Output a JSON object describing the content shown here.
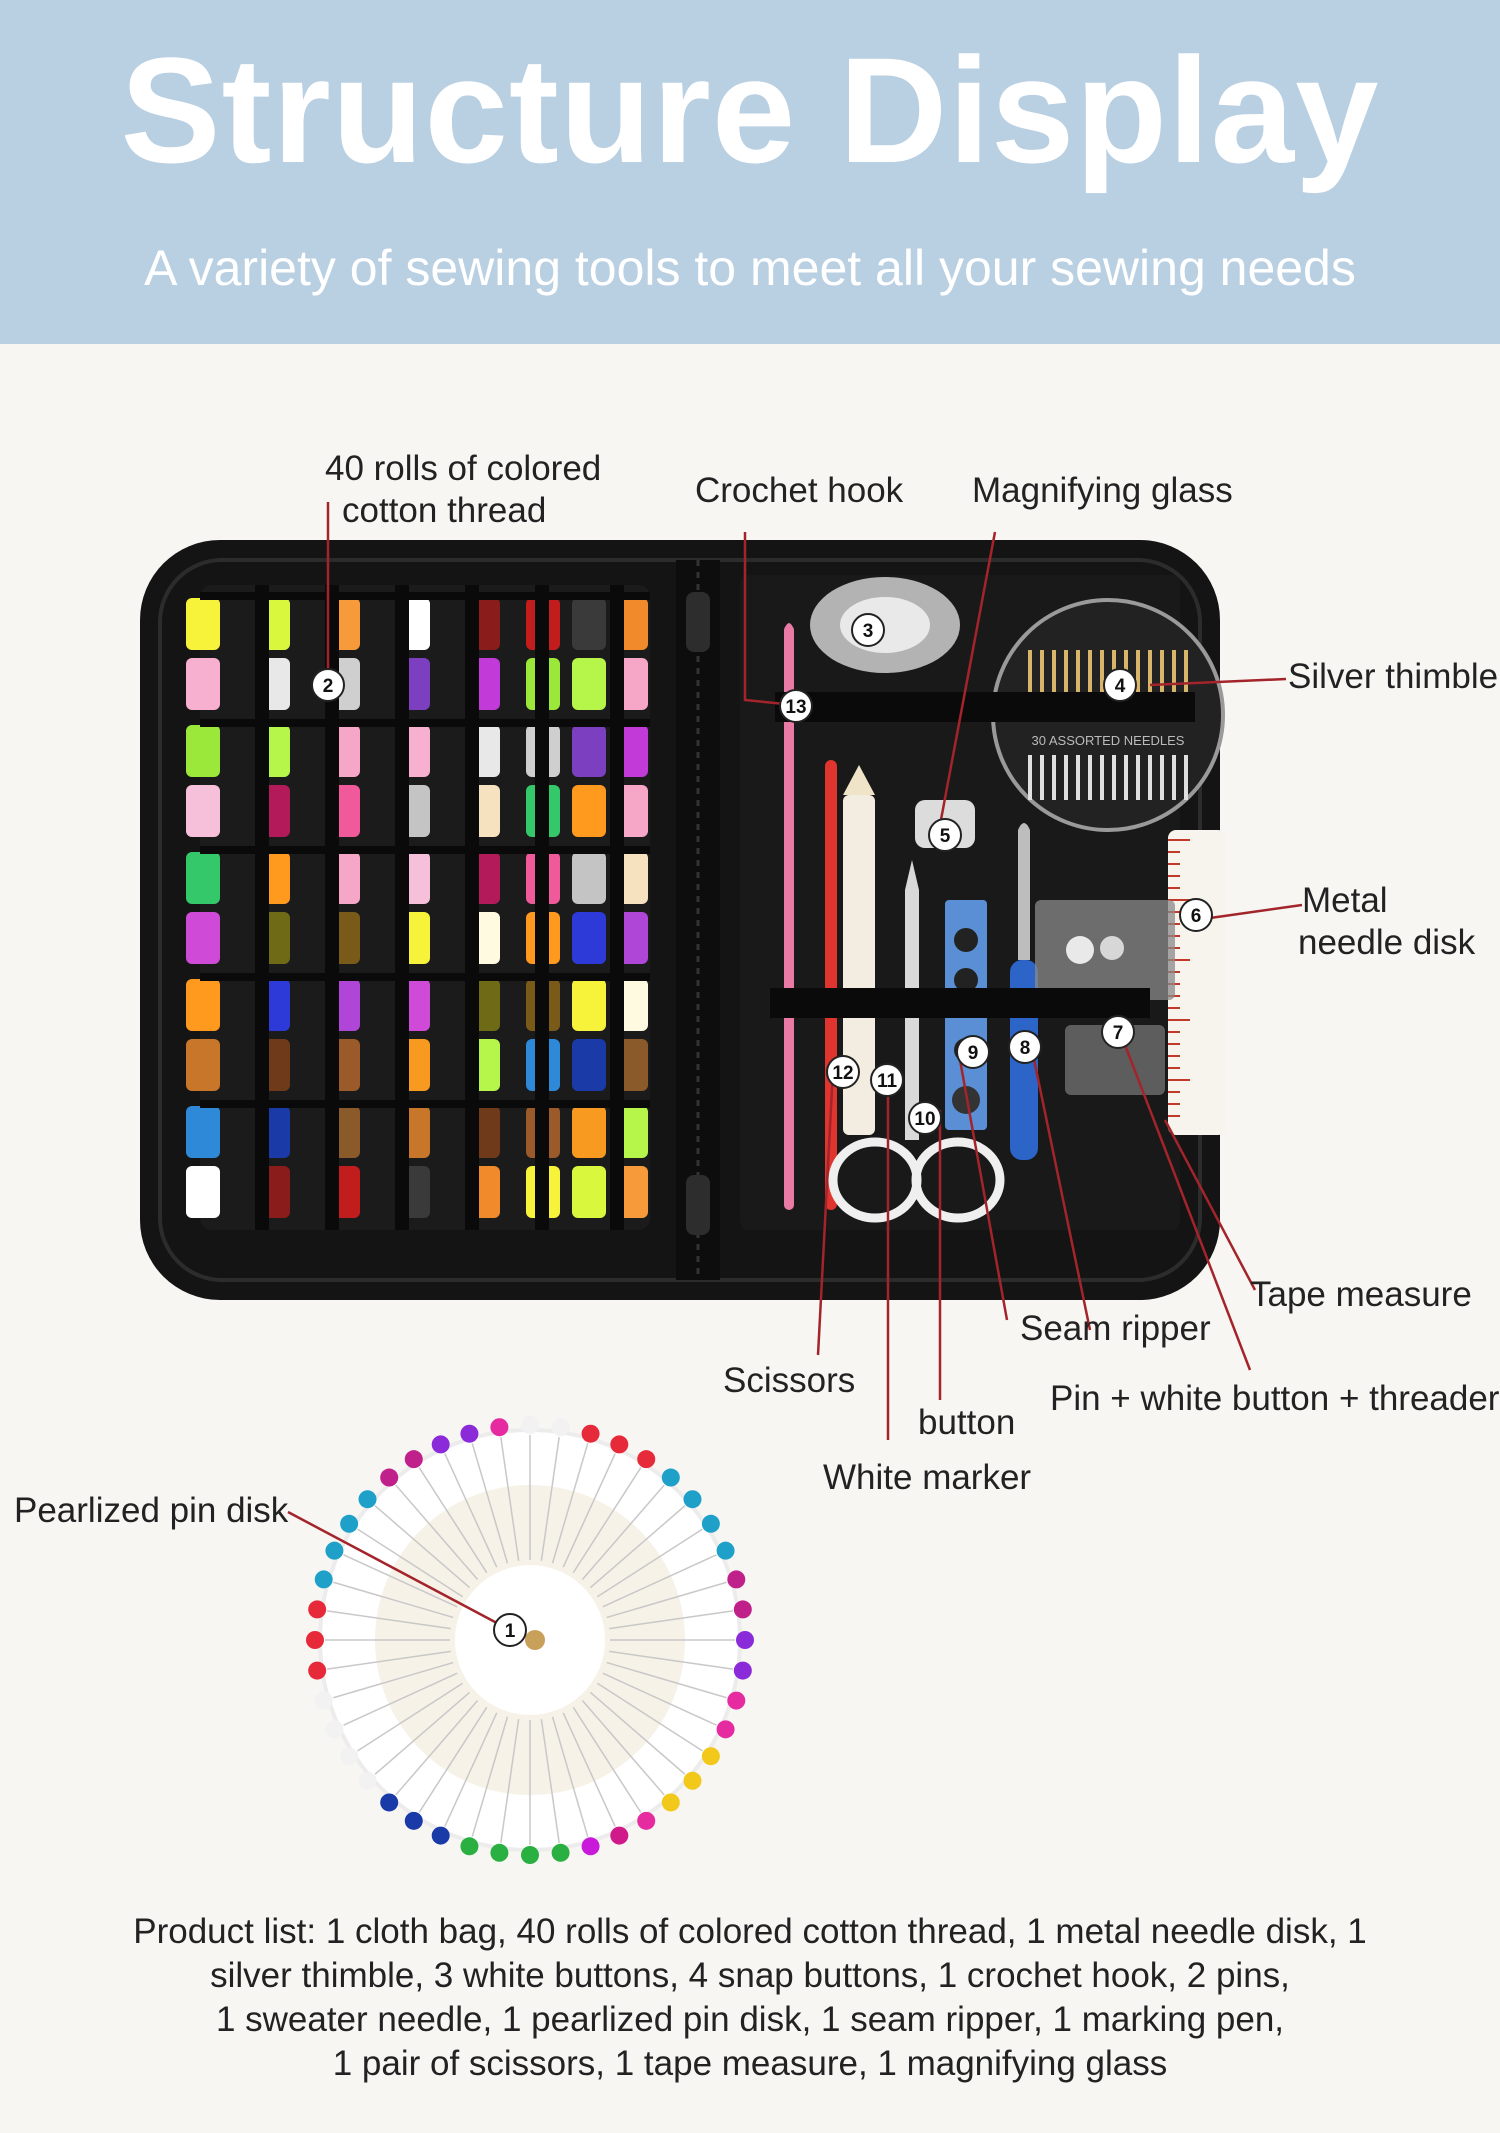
{
  "header": {
    "title": "Structure Display",
    "subtitle": "A variety of sewing tools to meet all your sewing needs"
  },
  "labels": {
    "thread_line1": "40 rolls of colored",
    "thread_line2": "cotton thread",
    "crochet_hook": "Crochet hook",
    "magnifying_glass": "Magnifying glass",
    "silver_thimble": "Silver thimble",
    "metal_needle_line1": "Metal",
    "metal_needle_line2": "needle disk",
    "tape_measure": "Tape measure",
    "seam_ripper": "Seam ripper",
    "pin_button_threader": "Pin + white button + threader",
    "scissors": "Scissors",
    "button": "button",
    "white_marker": "White marker",
    "pearlized_pin_disk": "Pearlized pin disk"
  },
  "markers": [
    "1",
    "2",
    "3",
    "4",
    "5",
    "6",
    "7",
    "8",
    "9",
    "10",
    "11",
    "12",
    "13"
  ],
  "needle_disk_text": "30 ASSORTED NEEDLES",
  "product_list": [
    "Product list: 1 cloth bag, 40 rolls of colored cotton thread, 1 metal needle disk, 1",
    "silver thimble, 3 white buttons, 4 snap buttons, 1 crochet hook, 2 pins,",
    "1 sweater needle, 1 pearlized pin disk, 1 seam ripper, 1 marking pen,",
    "1 pair of scissors, 1 tape measure, 1 magnifying glass"
  ],
  "colors": {
    "banner": "#b9cfe2",
    "case": "#141414",
    "leader_line": "#a3242a"
  }
}
